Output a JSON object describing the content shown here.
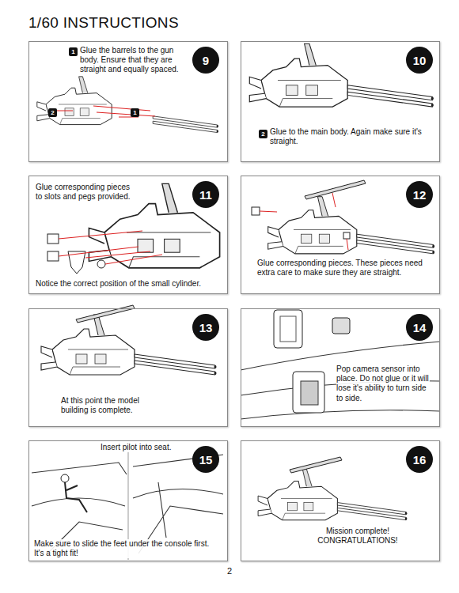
{
  "diagram": {
    "title": "1/60 INSTRUCTIONS",
    "nodes": [
      {
        "text": [
          "Glue the barrels to the gun body. Ensure that they are straight and equally spaced."
        ]
      },
      {
        "text": [
          "9"
        ],
        "in": 0
      },
      {
        "text": [
          "1"
        ],
        "in": 0
      },
      {
        "text": [
          "2"
        ],
        "in": 0
      },
      {
        "text": [
          "1"
        ],
        "in": 0
      },
      {
        "text": [
          "Glue to the main body. Again make sure it's straight."
        ]
      },
      {
        "text": [
          "10"
        ],
        "in": 5
      },
      {
        "text": [
          "2"
        ],
        "in": 5
      },
      {
        "text": [
          "Glue corresponding pieces to slots and pegs provided.",
          "Notice the correct position of the small cylinder."
        ]
      },
      {
        "text": [
          "11"
        ],
        "in": 8
      },
      {
        "text": [
          "Glue corresponding pieces. These pieces need extra care to make sure they are straight."
        ]
      },
      {
        "text": [
          "12"
        ],
        "in": 10
      },
      {
        "text": [
          "At this point the model building is complete."
        ]
      },
      {
        "text": [
          "13"
        ],
        "in": 12
      },
      {
        "text": [
          "Pop camera sensor into place. Do not glue or it will lose it's ability to turn side to side."
        ]
      },
      {
        "text": [
          "14"
        ],
        "in": 14
      },
      {
        "text": [
          "Insert pilot into seat.",
          "Make sure to slide the feet under the console first. It's a tight fit!"
        ]
      },
      {
        "text": [
          "15"
        ],
        "in": 16
      },
      {
        "text": [
          "Mission complete! CONGRATULATIONS!"
        ]
      },
      {
        "text": [
          "16"
        ],
        "in": 18
      }
    ],
    "labels": [
      "2"
    ]
  }
}
